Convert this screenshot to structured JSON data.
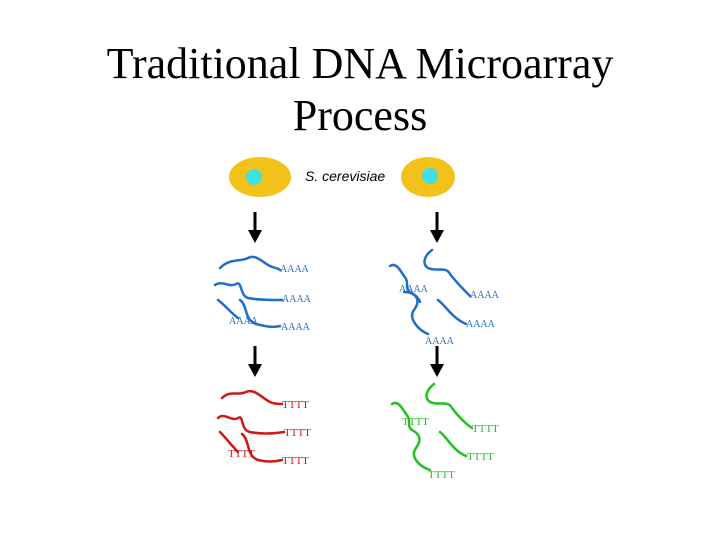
{
  "title": {
    "line1": "Traditional DNA Microarray",
    "line2": "Process"
  },
  "organism_label": "S. cerevisiae",
  "colors": {
    "cell": "#F2C21A",
    "nucleus": "#3FE0E8",
    "mrna": "#1F6FCC",
    "cdna_red": "#D01818",
    "cdna_green": "#22C222",
    "arrow": "#000000"
  },
  "tails": {
    "polyA": "AAAA",
    "polyT": "TTTT"
  }
}
